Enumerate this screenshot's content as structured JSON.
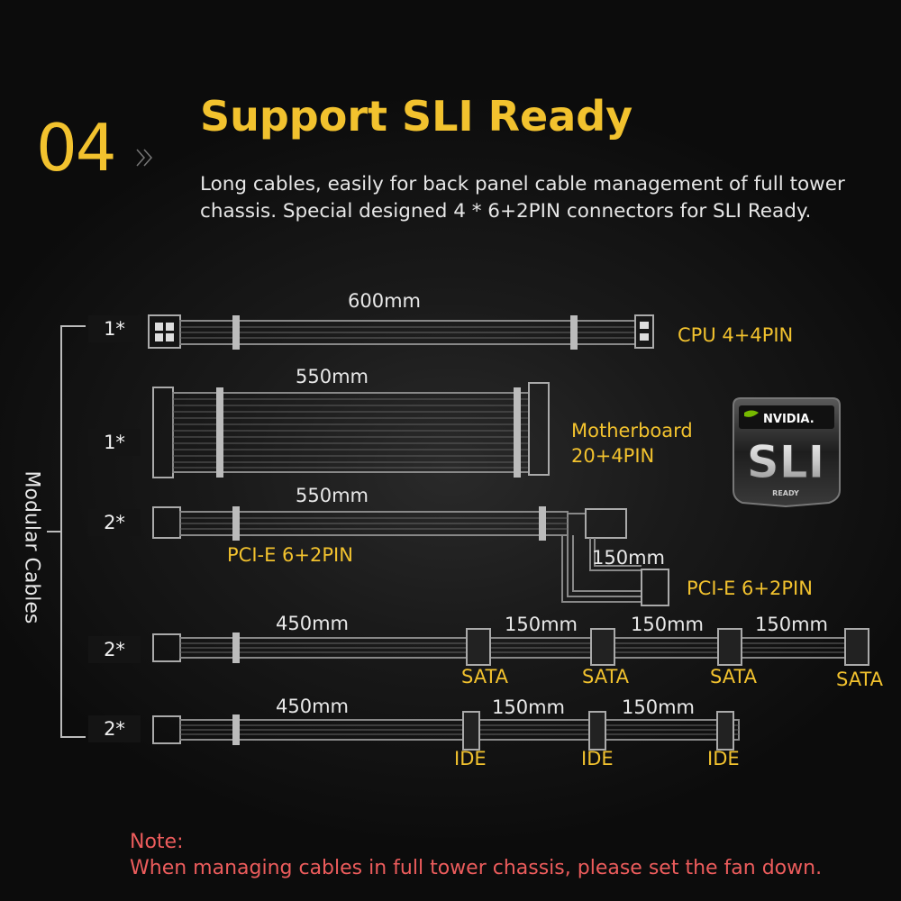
{
  "header": {
    "number": "04",
    "title": "Support SLI Ready",
    "description": "Long cables, easily for back panel cable management of full tower chassis. Special designed 4 * 6+2PIN connectors for SLI Ready."
  },
  "side_label": "Modular Cables",
  "cables": {
    "cpu": {
      "count": "1*",
      "length": "600mm",
      "name": "CPU 4+4PIN"
    },
    "motherboard": {
      "count": "1*",
      "length": "550mm",
      "name_line1": "Motherboard",
      "name_line2": "20+4PIN"
    },
    "pcie": {
      "count": "2*",
      "length": "550mm",
      "name": "PCI-E 6+2PIN",
      "ext_length": "150mm",
      "ext_name": "PCI-E 6+2PIN"
    },
    "sata": {
      "count": "2*",
      "lengths": [
        "450mm",
        "150mm",
        "150mm",
        "150mm"
      ],
      "connectors": [
        "SATA",
        "SATA",
        "SATA",
        "SATA"
      ]
    },
    "ide": {
      "count": "2*",
      "lengths": [
        "450mm",
        "150mm",
        "150mm"
      ],
      "connectors": [
        "IDE",
        "IDE",
        "IDE"
      ]
    }
  },
  "badge": {
    "brand": "NVIDIA.",
    "text": "SLI",
    "sub": "READY"
  },
  "note": {
    "title": "Note:",
    "text": "When managing cables in full tower chassis, please set the fan down."
  },
  "colors": {
    "accent": "#f2c22e",
    "note": "#ec5c5c",
    "background": "#111111",
    "cable": "#7a7a7a"
  }
}
